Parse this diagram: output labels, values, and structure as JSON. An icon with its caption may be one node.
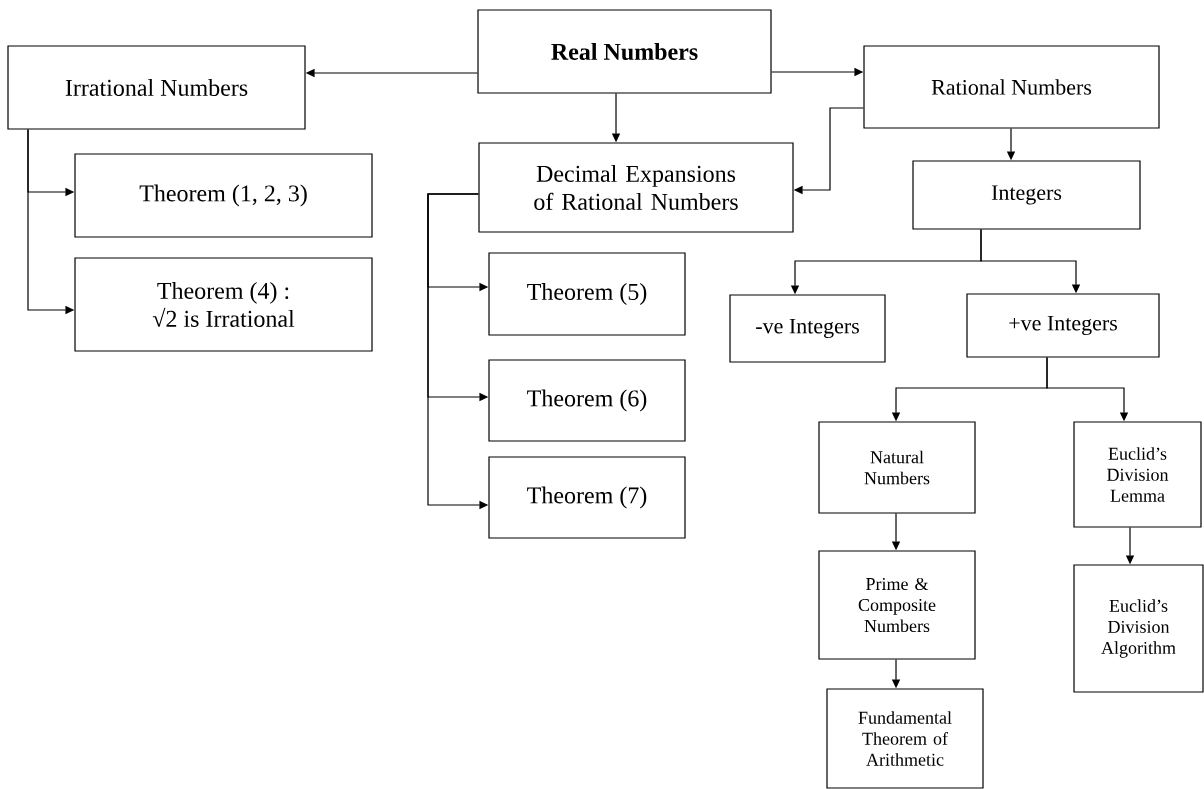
{
  "diagram": {
    "nodes": [
      {
        "text": [
          "Real Numbers"
        ]
      },
      {
        "text": [
          "Irrational Numbers"
        ]
      },
      {
        "text": [
          "Theorem (1, 2, 3)"
        ]
      },
      {
        "text": [
          "Theorem (4) :",
          "√2 is Irrational"
        ]
      },
      {
        "text": [
          "Decimal Expansions of Rational Numbers"
        ]
      },
      {
        "text": [
          "Theorem (5)"
        ]
      },
      {
        "text": [
          "Theorem (6)"
        ]
      },
      {
        "text": [
          "Theorem (7)"
        ]
      },
      {
        "text": [
          "Rational Numbers"
        ]
      },
      {
        "text": [
          "Integers"
        ]
      },
      {
        "text": [
          "-ve Integers"
        ]
      },
      {
        "text": [
          "+ve Integers"
        ]
      },
      {
        "text": [
          "Natural Numbers"
        ]
      },
      {
        "text": [
          "Euclid’s Division Lemma"
        ]
      },
      {
        "text": [
          "Prime & Composite Numbers"
        ]
      },
      {
        "text": [
          "Euclid’s Division Algorithm"
        ]
      },
      {
        "text": [
          "Fundamental Theorem of Arithmetic"
        ]
      }
    ],
    "edges": [
      {
        "from": 0,
        "to": 1,
        "arrow": "to"
      },
      {
        "from": 0,
        "to": 8,
        "arrow": "to"
      },
      {
        "from": 0,
        "to": 4,
        "arrow": "to"
      },
      {
        "from": 8,
        "to": 4,
        "arrow": "to"
      },
      {
        "from": 1,
        "to": 2,
        "arrow": "to"
      },
      {
        "from": 1,
        "to": 3,
        "arrow": "to"
      },
      {
        "from": 4,
        "to": 5,
        "arrow": "to"
      },
      {
        "from": 4,
        "to": 6,
        "arrow": "to"
      },
      {
        "from": 4,
        "to": 7,
        "arrow": "to"
      },
      {
        "from": 8,
        "to": 9,
        "arrow": "to"
      },
      {
        "from": 9,
        "to": 10,
        "arrow": "to"
      },
      {
        "from": 9,
        "to": 11,
        "arrow": "to"
      },
      {
        "from": 11,
        "to": 12,
        "arrow": "to"
      },
      {
        "from": 11,
        "to": 13,
        "arrow": "to"
      },
      {
        "from": 12,
        "to": 14,
        "arrow": "to"
      },
      {
        "from": 14,
        "to": 16,
        "arrow": "to"
      },
      {
        "from": 13,
        "to": 15,
        "arrow": "to"
      }
    ]
  }
}
